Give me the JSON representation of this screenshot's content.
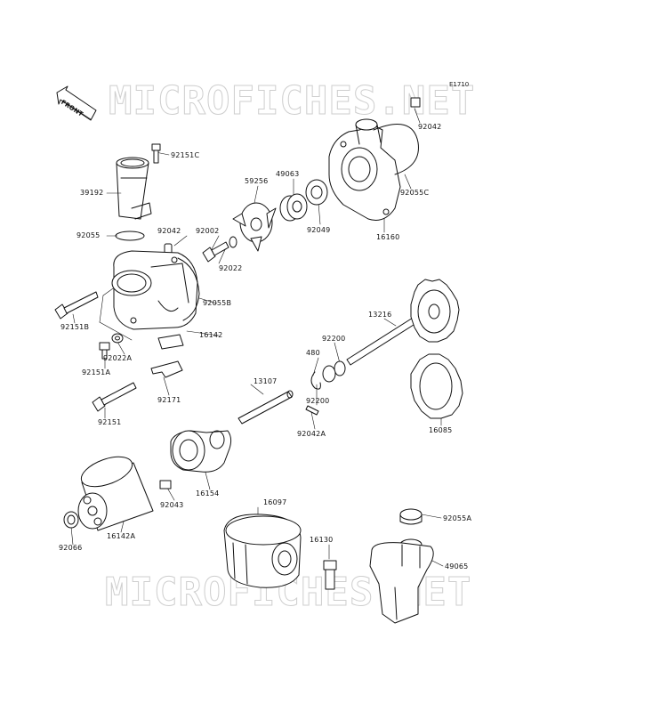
{
  "watermark": {
    "top": "MICROFICHES.NET",
    "bottom": "MICROFICHES.NET"
  },
  "figure_code": "E1710",
  "front_arrow": "FRONT",
  "parts": {
    "p92151C": "92151C",
    "p39192": "39192",
    "p92055": "92055",
    "p92042_left": "92042",
    "p92002": "92002",
    "p92022": "92022",
    "p59256": "59256",
    "p49063": "49063",
    "p92049": "92049",
    "p92042_top": "92042",
    "p92055C": "92055C",
    "p16160": "16160",
    "p92055B": "92055B",
    "p92151B": "92151B",
    "p16142": "16142",
    "p92022A": "92022A",
    "p92151A": "92151A",
    "p92171": "92171",
    "p92151": "92151",
    "p13216": "13216",
    "p480": "480",
    "p92200_top": "92200",
    "p92200_bot": "92200",
    "p13107": "13107",
    "p92042A": "92042A",
    "p16085": "16085",
    "p16154": "16154",
    "p92043": "92043",
    "p16142A": "16142A",
    "p92066": "92066",
    "p16097": "16097",
    "p16130": "16130",
    "p92055A": "92055A",
    "p49065": "49065"
  }
}
